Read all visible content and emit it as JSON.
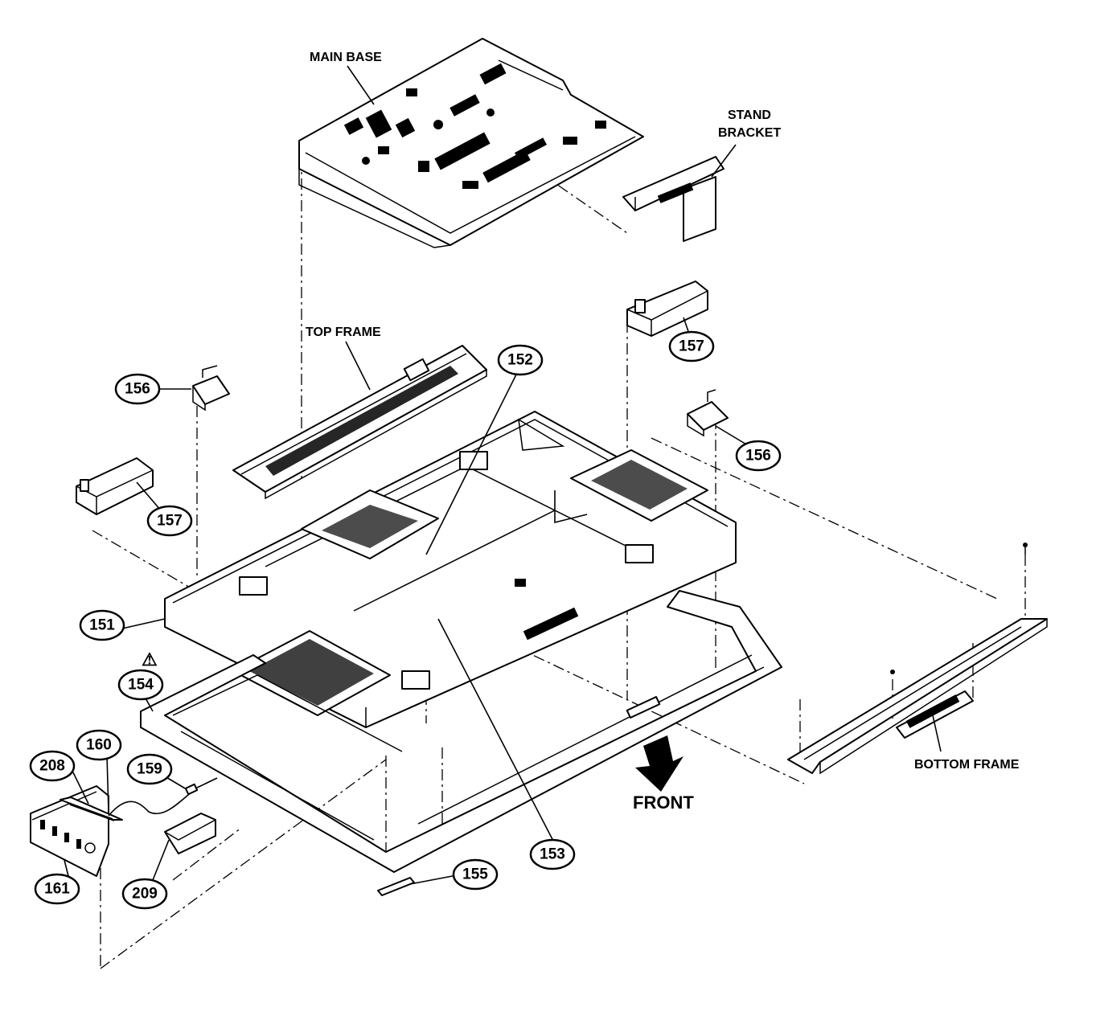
{
  "labels": {
    "main_base": "MAIN BASE",
    "stand_bracket_line1": "STAND",
    "stand_bracket_line2": "BRACKET",
    "top_frame": "TOP FRAME",
    "bottom_frame": "BOTTOM FRAME",
    "front": "FRONT",
    "warning_symbol": "⚠"
  },
  "callouts": {
    "c151": "151",
    "c152": "152",
    "c153": "153",
    "c154": "154",
    "c155": "155",
    "c156_left": "156",
    "c156_right": "156",
    "c157_left": "157",
    "c157_right": "157",
    "c159": "159",
    "c160": "160",
    "c161": "161",
    "c208": "208",
    "c209": "209"
  },
  "icons": {
    "front_arrow": "down-arrow-icon",
    "warning": "warning-triangle-icon"
  },
  "colors": {
    "ink": "#000000",
    "paper": "#ffffff"
  }
}
